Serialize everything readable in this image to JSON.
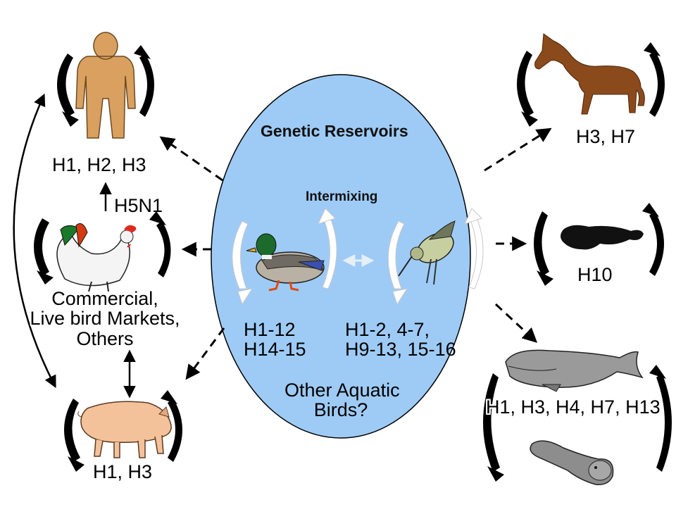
{
  "reservoir": {
    "title": "Genetic Reservoirs",
    "intermixing": "Intermixing",
    "duck_subtypes": [
      "H1-12",
      "H14-15"
    ],
    "shorebird_subtypes": [
      "H1-2, 4-7,",
      "H9-13, 15-16"
    ],
    "other": [
      "Other Aquatic",
      "Birds?"
    ],
    "fill_color": "#9ecbf6"
  },
  "hosts": {
    "human": "H1, H2, H3",
    "h5n1": "H5N1",
    "poultry": [
      "Commercial,",
      "Live bird Markets,",
      "Others"
    ],
    "pig": "H1, H3",
    "horse": "H3, H7",
    "mink": "H10",
    "marine_mammals": "H1, H3, H4, H7, H13"
  },
  "colors": {
    "human": "#d9a05f",
    "horse": "#8b4a1c",
    "pig": "#f4c29a",
    "arrow": "#000000",
    "swirl_light": "#d0d0d0"
  }
}
